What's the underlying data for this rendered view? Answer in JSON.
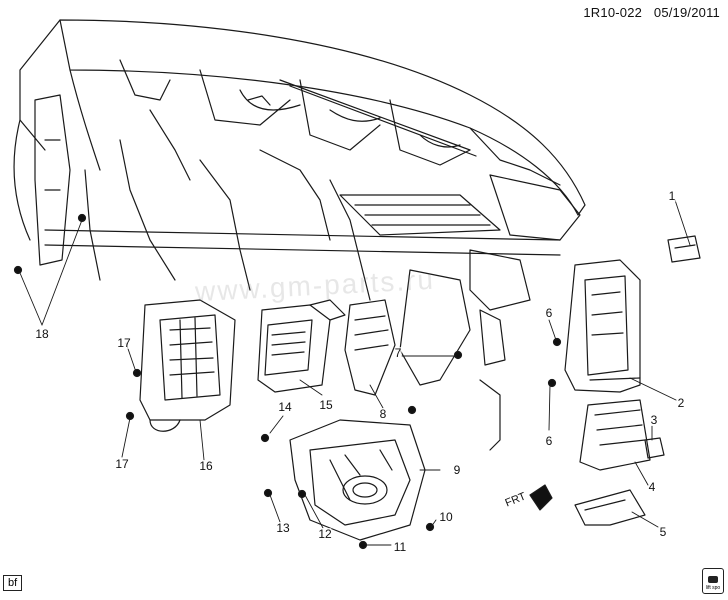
{
  "header": {
    "code": "1R10-022",
    "date": "05/19/2011"
  },
  "watermark": "www.gm-parts.ru",
  "direction_label": "FRT",
  "footer_tag": "bf",
  "badge_text": "lift spo",
  "callouts": [
    "1",
    "2",
    "3",
    "4",
    "5",
    "6",
    "6",
    "7",
    "8",
    "9",
    "10",
    "11",
    "12",
    "13",
    "14",
    "15",
    "16",
    "17",
    "17",
    "18"
  ]
}
